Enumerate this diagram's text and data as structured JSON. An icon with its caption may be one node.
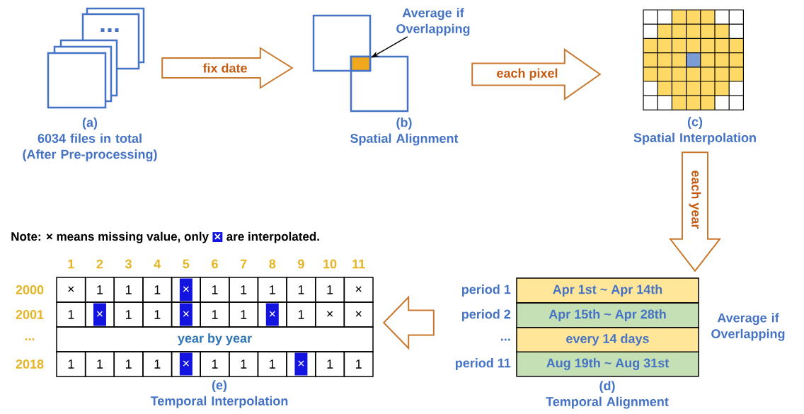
{
  "diagram": {
    "nodes": [
      {
        "text": [
          "(a)",
          "6034 files in total (After Pre-processing)"
        ]
      },
      {
        "text": [
          "(b)",
          "Spatial Alignment"
        ]
      },
      {
        "text": [
          "Average if Overlapping"
        ]
      },
      {
        "text": [],
        "shape": "box",
        "in": 1
      },
      {
        "text": [
          "(c)",
          "Spatial Interpolation"
        ]
      },
      {
        "text": [
          "(d)",
          "Temporal Alignment"
        ],
        "beside": [
          "Average if Overlapping"
        ]
      },
      {
        "text": [
          "Apr 1st ~ Apr 14th"
        ],
        "beside": [
          "period 1"
        ],
        "in": 5
      },
      {
        "text": [
          "Apr 15th ~ Apr 28th"
        ],
        "beside": [
          "period 2"
        ],
        "in": 5
      },
      {
        "text": [
          "every 14 days"
        ],
        "beside": [
          "..."
        ],
        "in": 5
      },
      {
        "text": [
          "Aug 19th ~ Aug 31st"
        ],
        "beside": [
          "period 11"
        ],
        "in": 5
      },
      {
        "text": [
          "(e)",
          "Temporal Interpolation"
        ]
      }
    ],
    "edges": [
      {
        "from": 0,
        "to": 1,
        "arrow": "to",
        "label": "fix date"
      },
      {
        "from": 1,
        "to": 4,
        "arrow": "to",
        "label": "each pixel"
      },
      {
        "from": 4,
        "to": 5,
        "arrow": "to",
        "label": "each year"
      },
      {
        "from": 5,
        "to": 10,
        "arrow": "to"
      },
      {
        "from": 2,
        "to": 3,
        "arrow": "to",
        "color": "#000000"
      }
    ],
    "labels": [
      "Note: × means missing value, only",
      "×",
      "are interpolated.",
      "1",
      "2",
      "3",
      "4",
      "5",
      "6",
      "7",
      "8",
      "9",
      "10",
      "11",
      "2000",
      "×",
      "1",
      "1",
      "1",
      "×",
      "1",
      "1",
      "1",
      "1",
      "1",
      "×",
      "2001",
      "1",
      "×",
      "1",
      "1",
      "×",
      "1",
      "1",
      "×",
      "1",
      "×",
      "×",
      "...",
      "year by year",
      "2018",
      "1",
      "1",
      "1",
      "1",
      "×",
      "1",
      "1",
      "1",
      "×",
      "1",
      "1"
    ]
  }
}
